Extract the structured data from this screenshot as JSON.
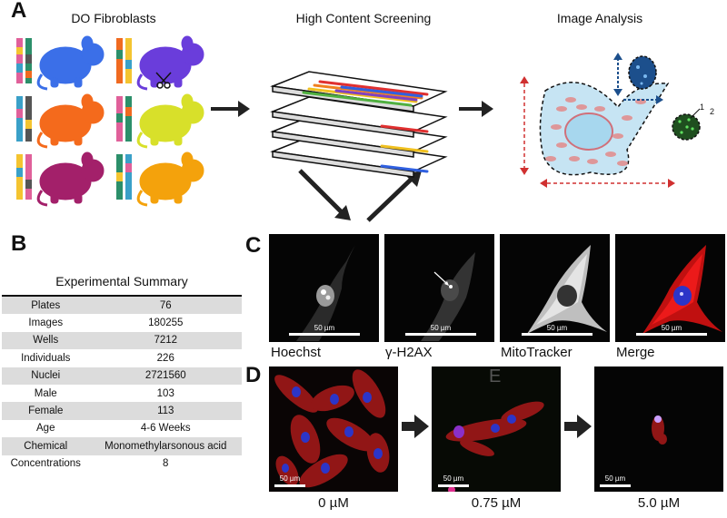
{
  "panels": {
    "a": "A",
    "b": "B",
    "c": "C",
    "d": "D",
    "e": "E"
  },
  "panel_a": {
    "fibroblasts_title": "DO Fibroblasts",
    "screening_title": "High Content Screening",
    "analysis_title": "Image Analysis",
    "nucleus_markers": [
      "1",
      "2"
    ],
    "mouse_colors": [
      "#3b6fe8",
      "#6a3ddb",
      "#f46a1c",
      "#d8e02a",
      "#a3206a",
      "#f4a20c"
    ]
  },
  "panel_b": {
    "table_title": "Experimental Summary",
    "rows": [
      {
        "label": "Plates",
        "value": "76"
      },
      {
        "label": "Images",
        "value": "180255"
      },
      {
        "label": "Wells",
        "value": "7212"
      },
      {
        "label": "Individuals",
        "value": "226"
      },
      {
        "label": "Nuclei",
        "value": "2721560"
      },
      {
        "label": "Male",
        "value": "103"
      },
      {
        "label": "Female",
        "value": "113"
      },
      {
        "label": "Age",
        "value": "4-6 Weeks"
      },
      {
        "label": "Chemical",
        "value": "Monomethylarsonous acid"
      },
      {
        "label": "Concentrations",
        "value": "8"
      }
    ]
  },
  "panel_c": {
    "scale_text": "50 µm",
    "channels": [
      "Hoechst",
      "γ-H2AX",
      "MitoTracker",
      "Merge"
    ]
  },
  "panel_d": {
    "scale_text": "50 µm",
    "concentrations": [
      "0 µM",
      "0.75 µM",
      "5.0 µM"
    ]
  }
}
